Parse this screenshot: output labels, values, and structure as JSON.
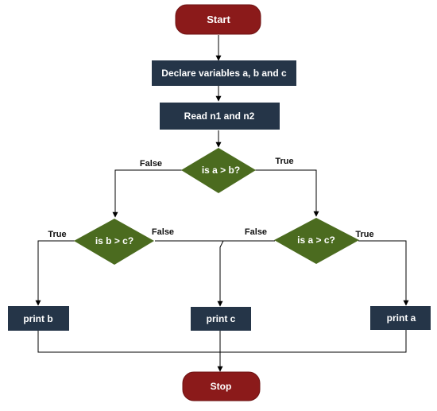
{
  "colors": {
    "terminal": "#8b1a1a",
    "terminal_stroke": "#6e1212",
    "process": "#253548",
    "decision": "#4b6b1f",
    "line": "#000000"
  },
  "nodes": {
    "start": "Start",
    "declare": "Declare variables a, b and c",
    "read": "Read n1 and n2",
    "decision_ab": "is a > b?",
    "decision_bc": "is b > c?",
    "decision_ac": "is a > c?",
    "print_b": "print b",
    "print_c": "print c",
    "print_a": "print a",
    "stop": "Stop"
  },
  "edge_labels": {
    "ab_false": "False",
    "ab_true": "True",
    "bc_true": "True",
    "bc_false": "False",
    "ac_false": "False",
    "ac_true": "True"
  }
}
